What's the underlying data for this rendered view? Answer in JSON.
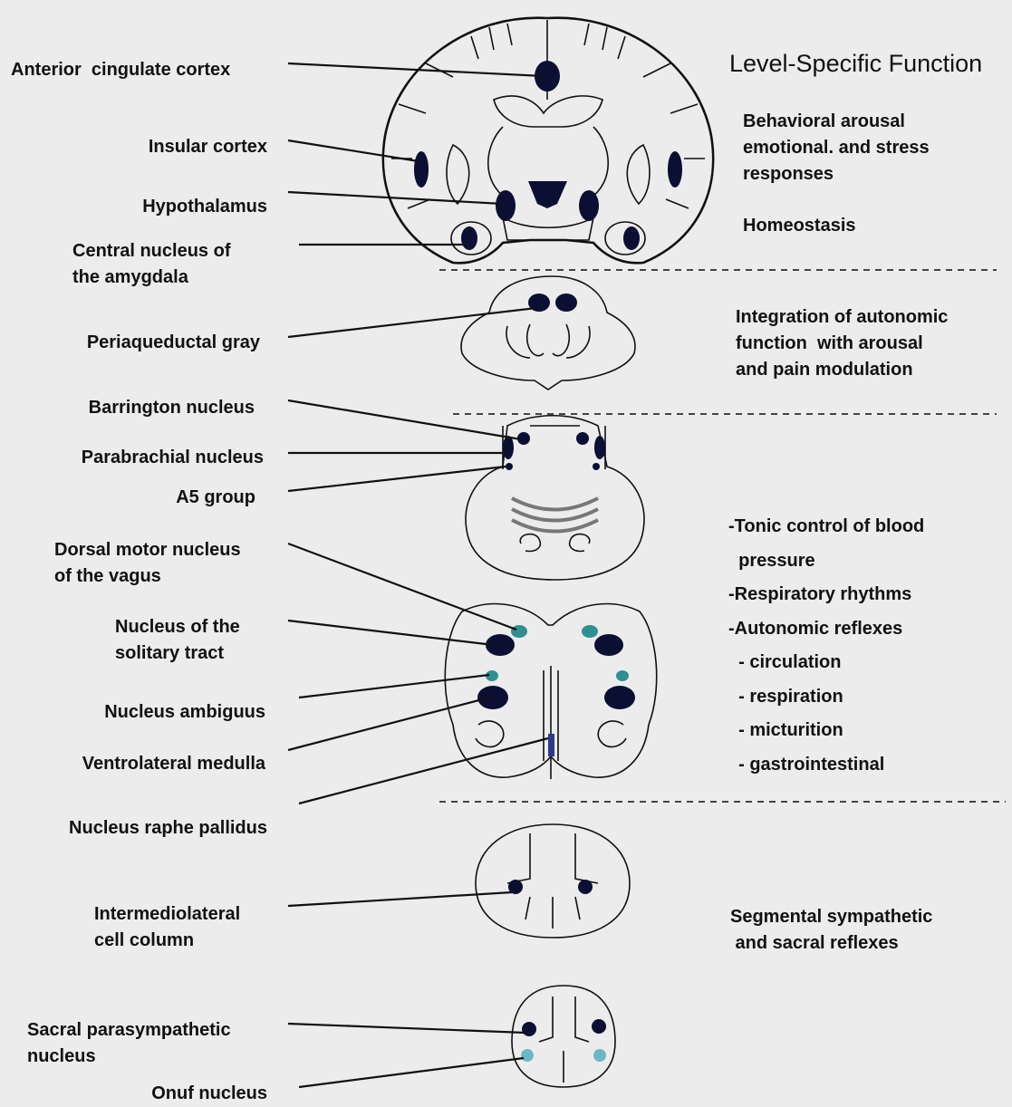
{
  "header": {
    "title": "Level-Specific Function"
  },
  "structures": {
    "acc": "Anterior  cingulate cortex",
    "insula": "Insular cortex",
    "hypothalamus": "Hypothalamus",
    "amygdala": "Central nucleus of\nthe amygdala",
    "pag": "Periaqueductal gray",
    "barrington": "Barrington nucleus",
    "parabrachial": "Parabrachial nucleus",
    "a5": "A5 group",
    "dmnv": "Dorsal motor nucleus\nof the vagus",
    "nts": "Nucleus of the\nsolitary tract",
    "ambiguus": "Nucleus ambiguus",
    "vlm": "Ventrolateral medulla",
    "raphe": "Nucleus raphe pallidus",
    "iml": "Intermediolateral\ncell column",
    "sacral_para": "Sacral parasympathetic\nnucleus",
    "onuf": "Onuf nucleus"
  },
  "functions": {
    "forebrain": "Behavioral arousal\nemotional. and stress\nresponses",
    "homeostasis": "Homeostasis",
    "midbrain": "Integration of autonomic\nfunction  with arousal\nand pain modulation",
    "brainstem": "-Tonic control of blood\n  pressure\n-Respiratory rhythms\n-Autonomic reflexes\n  - circulation\n  - respiration\n  - micturition\n  - gastrointestinal",
    "spinal": "Segmental sympathetic\n and sacral reflexes"
  },
  "colors": {
    "background": "#ececec",
    "nucleus": "#0a0f33",
    "teal_nucleus": "#2f8f92",
    "light_nucleus": "#6fb6c4"
  }
}
